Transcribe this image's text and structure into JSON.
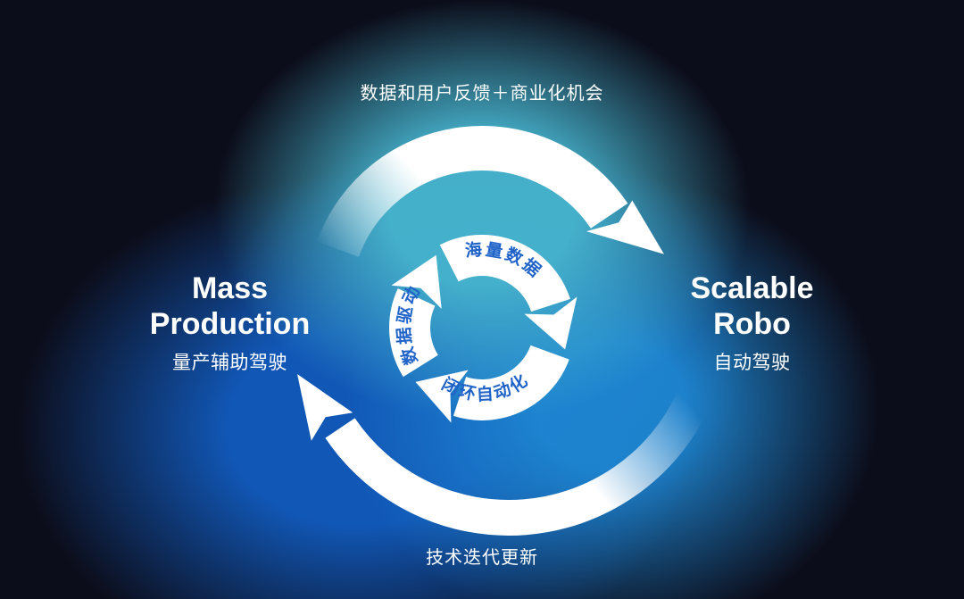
{
  "diagram": {
    "top_caption": "数据和用户反馈＋商业化机会",
    "bottom_caption": "技术迭代更新",
    "left": {
      "title_line1": "Mass",
      "title_line2": "Production",
      "subtitle": "量产辅助驾驶"
    },
    "right": {
      "title_line1": "Scalable",
      "title_line2": "Robo",
      "subtitle": "自动驾驶"
    },
    "inner_cycle": {
      "label_top": "海量数据",
      "label_left": "数据驱动",
      "label_bottom": "闭环自动化"
    }
  },
  "colors": {
    "bg": "#0c0d1a",
    "glow-teal": "#46b2cc",
    "glow-blue-deep": "#1157b6",
    "glow-blue-sky": "#1e86d2",
    "arrow-white": "#ffffff",
    "ring-label-blue": "#2063c8",
    "text-white": "#ffffff"
  }
}
